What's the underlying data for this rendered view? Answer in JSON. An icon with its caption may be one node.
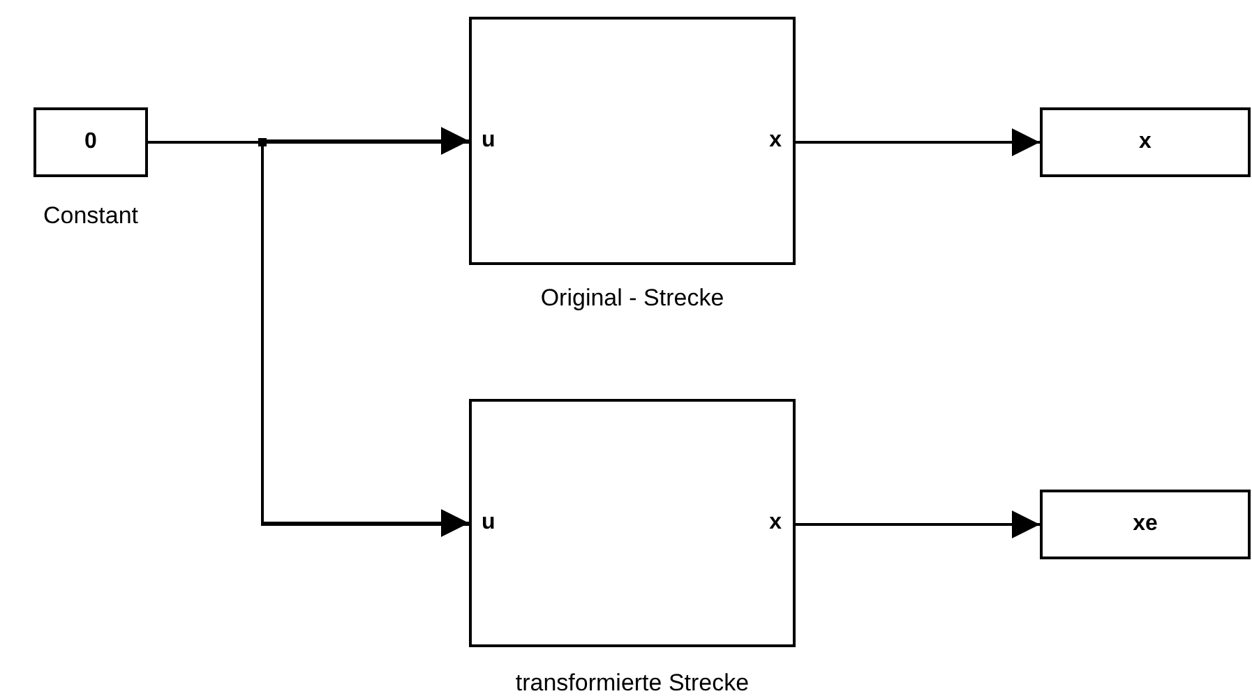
{
  "diagram": {
    "nodes": [
      {
        "text": [
          "0"
        ],
        "beside": [
          "Constant"
        ]
      },
      {
        "text": [
          "u",
          "x"
        ],
        "beside": [
          "Original - Strecke"
        ]
      },
      {
        "text": [
          "x"
        ]
      },
      {
        "text": [
          "u",
          "x"
        ],
        "beside": [
          "transformierte Strecke"
        ]
      },
      {
        "text": [
          "xe"
        ]
      }
    ],
    "edges": [
      {
        "from": 0,
        "to": 1,
        "arrow": "to"
      },
      {
        "from": 0,
        "to": 3,
        "arrow": "to"
      },
      {
        "from": 1,
        "to": 2,
        "arrow": "to"
      },
      {
        "from": 3,
        "to": 4,
        "arrow": "to"
      }
    ]
  }
}
